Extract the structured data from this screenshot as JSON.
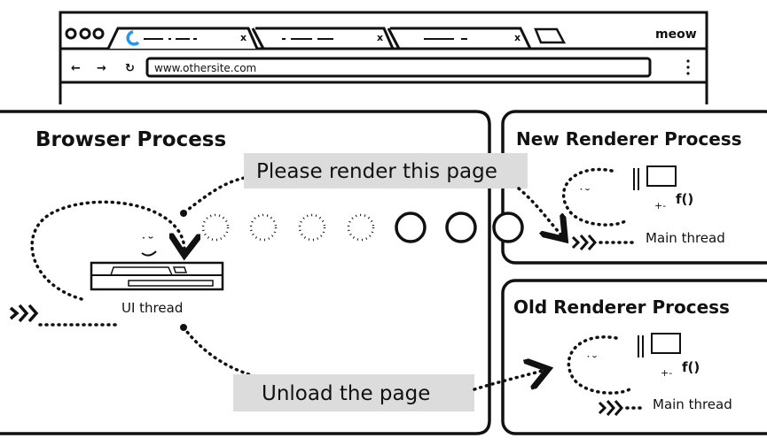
{
  "browser_window": {
    "brand": "meow",
    "url": "www.othersite.com",
    "tabs": [
      {
        "state": "loading"
      },
      {
        "state": "idle"
      },
      {
        "state": "idle"
      }
    ],
    "loading_color": "#2196f3"
  },
  "browser_process": {
    "title": "Browser Process",
    "ui_thread_label": "UI thread"
  },
  "new_renderer": {
    "title": "New Renderer Process",
    "thread_label": "Main thread"
  },
  "old_renderer": {
    "title": "Old Renderer Process",
    "thread_label": "Main thread"
  },
  "messages": {
    "render": "Please render this page",
    "unload": "Unload the page"
  },
  "colors": {
    "label_bg": "#dcdcdc",
    "stroke": "#111111"
  }
}
